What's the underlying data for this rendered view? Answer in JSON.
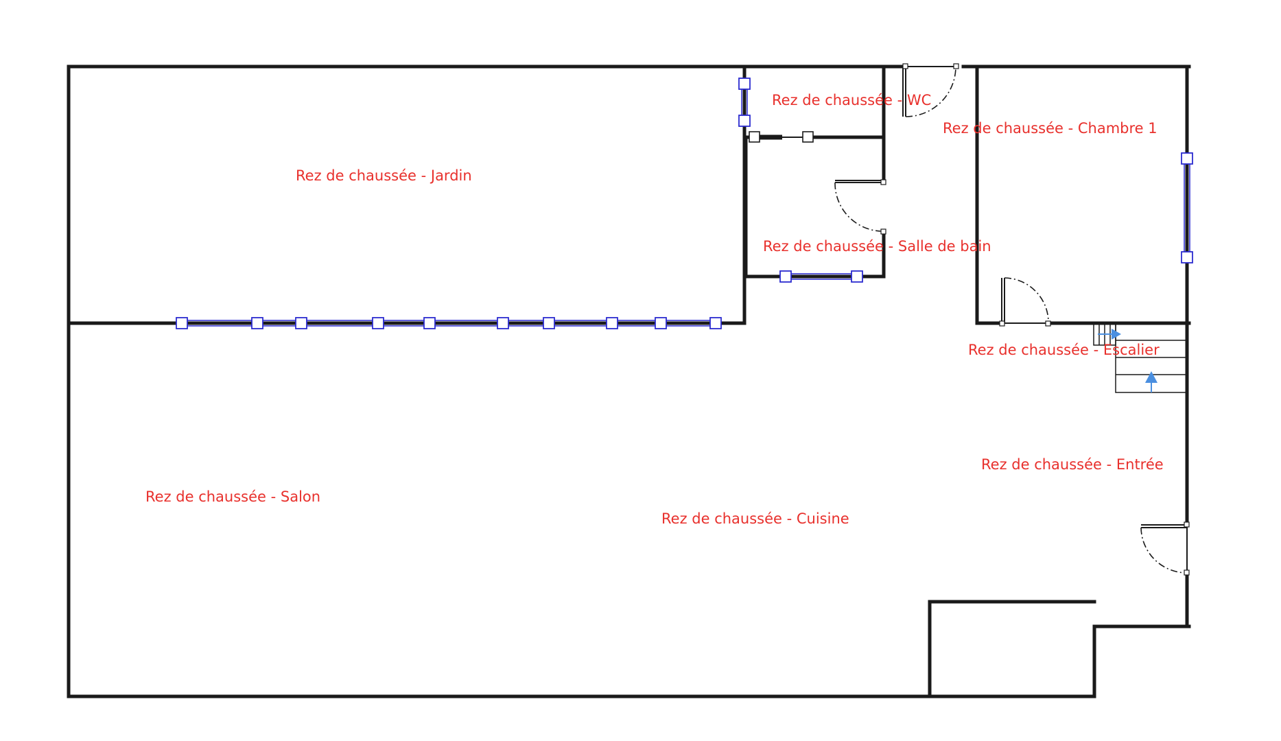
{
  "plan": {
    "colors": {
      "walls": "#1a1a1a",
      "labels": "#e8302c",
      "windows": "#2b2bd0",
      "stair_arrows": "#4a8fe0"
    },
    "rooms": {
      "jardin": "Rez de chaussée - Jardin",
      "wc": "Rez de chaussée - WC",
      "chambre1": "Rez de chaussée - Chambre 1",
      "salle_de_bain": "Rez de chaussée - Salle de bain",
      "escalier": "Rez de chaussée - Escalier",
      "entree": "Rez de chaussée - Entrée",
      "salon": "Rez de chaussée - Salon",
      "cuisine": "Rez de chaussée - Cuisine"
    }
  }
}
